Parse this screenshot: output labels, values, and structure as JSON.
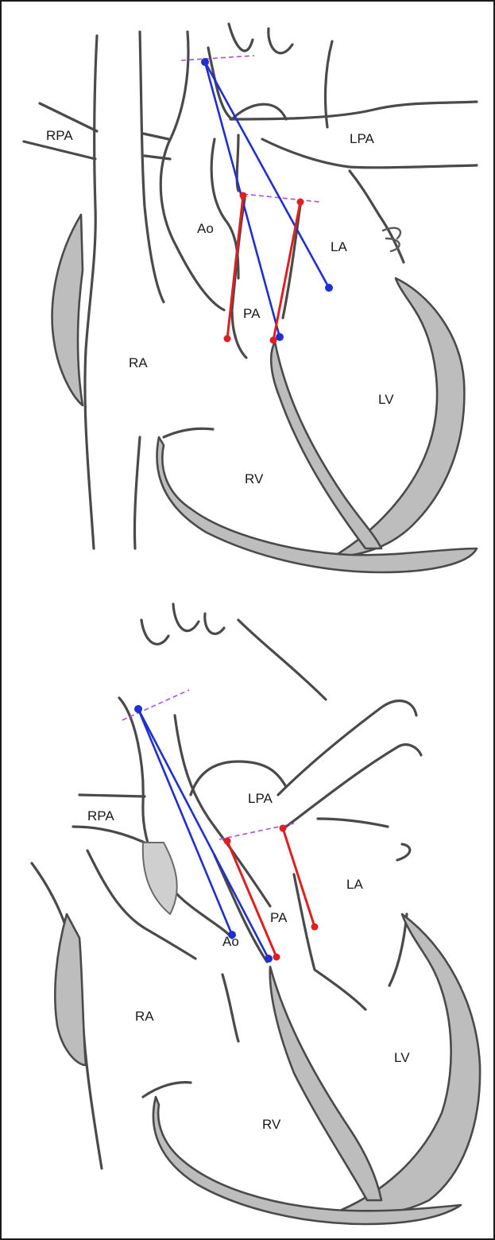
{
  "panel1": {
    "labels": {
      "rpa": "RPA",
      "lpa": "LPA",
      "ao": "Ao",
      "la": "LA",
      "pa": "PA",
      "ra": "RA",
      "lv": "LV",
      "rv": "RV"
    }
  },
  "panel2": {
    "labels": {
      "rpa": "RPA",
      "lpa": "LPA",
      "ao": "Ao",
      "la": "LA",
      "pa": "PA",
      "ra": "RA",
      "lv": "LV",
      "rv": "RV"
    }
  },
  "colors": {
    "aortic_measure": "#1f2fd0",
    "pulmonary_measure": "#e02020",
    "reference_dashed": "#b04de0"
  }
}
